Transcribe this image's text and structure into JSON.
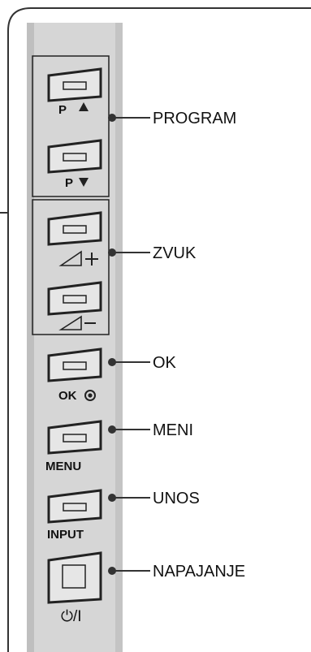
{
  "panel": {
    "callouts": {
      "program": "PROGRAM",
      "zvuk": "ZVUK",
      "ok": "OK",
      "meni": "MENI",
      "unos": "UNOS",
      "napajanje": "NAPAJANJE"
    },
    "buttons": {
      "p_up": "P",
      "p_down": "P",
      "ok": "OK",
      "menu": "MENU",
      "input": "INPUT",
      "power": "⏻/I"
    },
    "colors": {
      "panel": "#d6d6d6",
      "button_face": "#e6e6e6",
      "outline": "#222222"
    }
  }
}
